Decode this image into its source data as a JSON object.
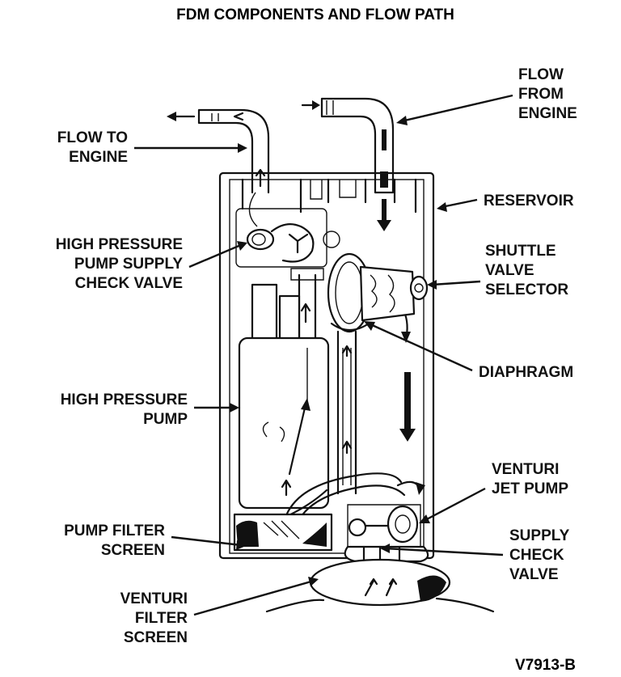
{
  "title": "FDM COMPONENTS AND FLOW PATH",
  "figure_id": "V7913-B",
  "labels": {
    "flow_to_engine": [
      "FLOW TO",
      "ENGINE"
    ],
    "flow_from_engine": [
      "FLOW",
      "FROM",
      "ENGINE"
    ],
    "reservoir": [
      "RESERVOIR"
    ],
    "hp_supply_check_valve": [
      "HIGH PRESSURE",
      "PUMP SUPPLY",
      "CHECK VALVE"
    ],
    "shuttle_valve_selector": [
      "SHUTTLE",
      "VALVE",
      "SELECTOR"
    ],
    "diaphragm": [
      "DIAPHRAGM"
    ],
    "high_pressure_pump": [
      "HIGH PRESSURE",
      "PUMP"
    ],
    "venturi_jet_pump": [
      "VENTURI",
      "JET PUMP"
    ],
    "pump_filter_screen": [
      "PUMP FILTER",
      "SCREEN"
    ],
    "supply_check_valve": [
      "SUPPLY",
      "CHECK",
      "VALVE"
    ],
    "venturi_filter_screen": [
      "VENTURI",
      "FILTER",
      "SCREEN"
    ]
  }
}
